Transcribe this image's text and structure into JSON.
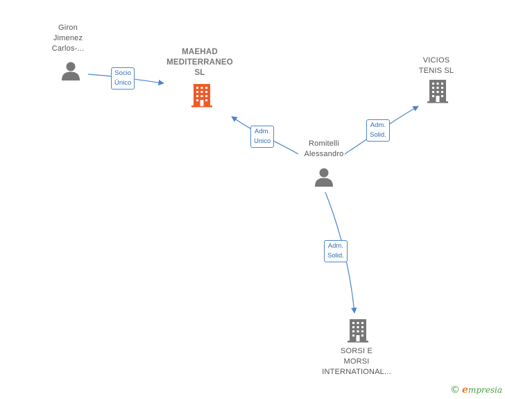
{
  "diagram": {
    "nodes": {
      "giron": {
        "label_lines": [
          "Giron",
          "Jimenez",
          "Carlos-..."
        ],
        "type": "person"
      },
      "maehad": {
        "label_lines": [
          "MAEHAD",
          "MEDITERRANEO",
          "SL"
        ],
        "type": "company-main"
      },
      "vicios": {
        "label_lines": [
          "VICIOS",
          "TENIS  SL"
        ],
        "type": "company"
      },
      "romitelli": {
        "label_lines": [
          "Romitelli",
          "Alessandro"
        ],
        "type": "person"
      },
      "sorsi": {
        "label_lines": [
          "SORSI E",
          "MORSI",
          "INTERNATIONAL..."
        ],
        "type": "company"
      }
    },
    "edges": {
      "giron_maehad": {
        "label_lines": [
          "Socio",
          "Único"
        ]
      },
      "romitelli_maehad": {
        "label_lines": [
          "Adm.",
          "Unico"
        ]
      },
      "romitelli_vicios": {
        "label_lines": [
          "Adm.",
          "Solid."
        ]
      },
      "romitelli_sorsi": {
        "label_lines": [
          "Adm.",
          "Solid."
        ]
      }
    },
    "colors": {
      "edge": "#4a86c8",
      "person_icon": "#777777",
      "company_icon": "#777777",
      "main_company_icon": "#f05a28"
    }
  },
  "footer": {
    "copyright_symbol": "©",
    "brand_initial": "e",
    "brand_rest": "mpresia"
  }
}
